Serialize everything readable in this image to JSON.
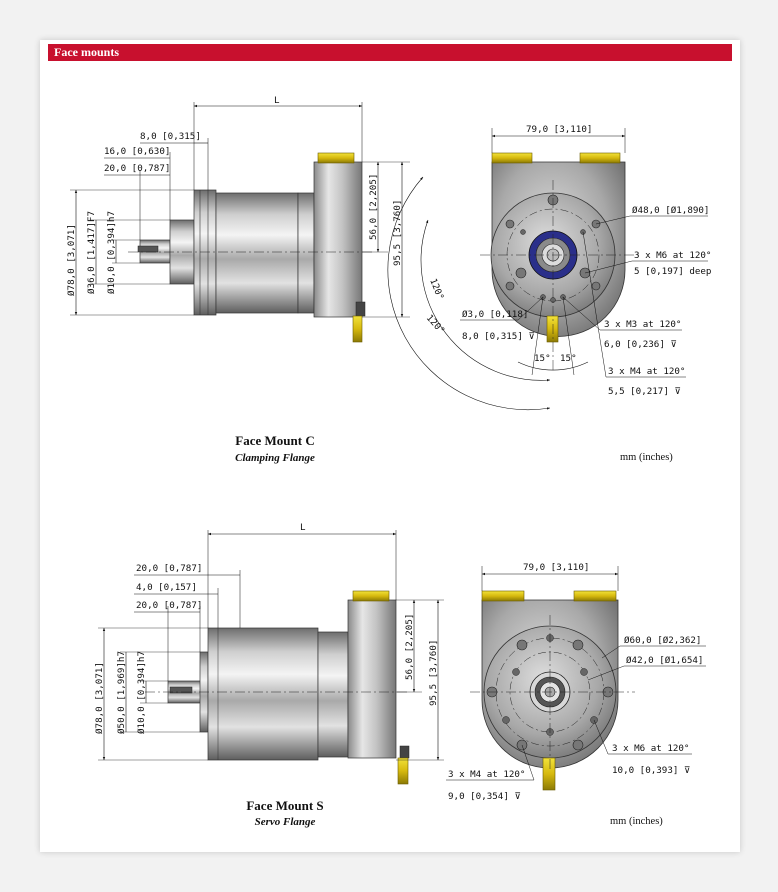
{
  "header": {
    "title": "Face mounts"
  },
  "mountC": {
    "title": "Face Mount C",
    "subtitle": "Clamping Flange",
    "units": "mm (inches)",
    "side": {
      "L": "L",
      "d8": "8,0 [0,315]",
      "d16": "16,0 [0,630]",
      "d20": "20,0 [0,787]",
      "d78": "Ø78,0 [3,071]",
      "d36": "Ø36,0 [1,417]F7",
      "d10": "Ø10,0 [0,394]h7",
      "d56": "56,0 [2,205]",
      "d95": "95,5 [3,760]"
    },
    "front": {
      "width": "79,0 [3,110]",
      "d48": "Ø48,0 [Ø1,890]",
      "m6a": "3 x M6 at 120°",
      "m6b": "5 [0,197] deep",
      "a120a": "120°",
      "a120b": "120°",
      "d3": "Ø3,0 [0,118]",
      "d3b": "8,0 [0,315] ⊽",
      "m3a": "3 x M3 at 120°",
      "m3b": "6,0 [0,236] ⊽",
      "a15a": "15°",
      "a15b": "15°",
      "m4a": "3 x M4 at 120°",
      "m4b": "5,5 [0,217] ⊽"
    }
  },
  "mountS": {
    "title": "Face Mount S",
    "subtitle": "Servo Flange",
    "units": "mm (inches)",
    "side": {
      "L": "L",
      "d20a": "20,0 [0,787]",
      "d4": "4,0 [0,157]",
      "d20b": "20,0 [0,787]",
      "d78": "Ø78,0 [3,071]",
      "d50": "Ø50,0 [1,969]h7",
      "d10": "Ø10,0 [0,394]h7",
      "d56": "56,0 [2,205]",
      "d95": "95,5 [3,760]"
    },
    "front": {
      "width": "79,0 [3,110]",
      "d60": "Ø60,0 [Ø2,362]",
      "d42": "Ø42,0 [Ø1,654]",
      "m6a": "3 x M6 at 120°",
      "m6b": "10,0 [0,393] ⊽",
      "m4a": "3 x M4 at 120°",
      "m4b": "9,0 [0,354] ⊽"
    }
  }
}
